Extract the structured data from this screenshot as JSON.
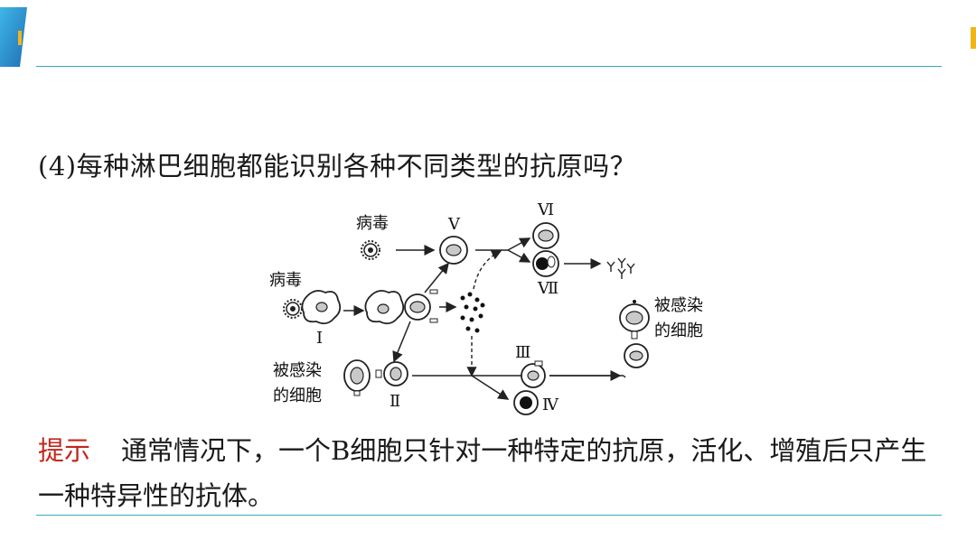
{
  "slide": {
    "question": "(4)每种淋巴细胞都能识别各种不同类型的抗原吗？",
    "answer_label": "提示",
    "answer_text": "通常情况下，一个B细胞只针对一种特定的抗原，活化、增殖后只产生一种特异性的抗体。"
  },
  "diagram": {
    "virus_top_label": "病毒",
    "virus_left_label": "病毒",
    "infected_left_line1": "被感染",
    "infected_left_line2": "的细胞",
    "infected_right_line1": "被感染",
    "infected_right_line2": "的细胞",
    "numerals": {
      "i": "I",
      "ii": "Ⅱ",
      "iii": "Ⅲ",
      "iv": "Ⅳ",
      "v": "V",
      "vi": "Ⅵ",
      "vii": "Ⅶ"
    }
  },
  "colors": {
    "rule": "#3aa9c3",
    "hint": "#c0281d",
    "corner_blue": "#1f7fc4",
    "corner_yellow": "#f1b51c"
  }
}
